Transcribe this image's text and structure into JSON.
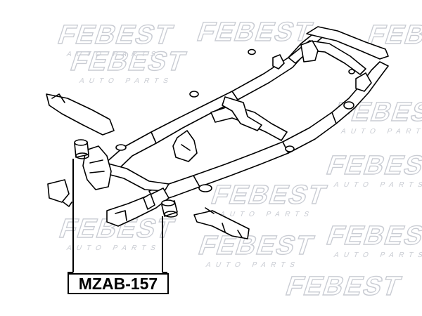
{
  "watermark": {
    "brand": "FEBEST",
    "tagline": "AUTO PARTS",
    "color": "#c9ccd3"
  },
  "part": {
    "label": "MZAB-157"
  },
  "colors": {
    "line": "#000000",
    "background": "#ffffff"
  }
}
